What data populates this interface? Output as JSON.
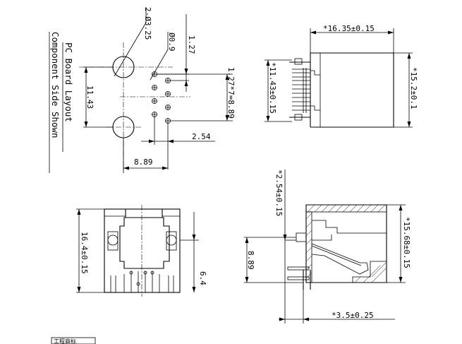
{
  "layout_view": {
    "title_line1": "PC Board Layout",
    "title_line2": "Component Side Shown",
    "dim_mount_holes": "2-Ø3.25",
    "dim_pin_hole": "Ø0.9",
    "dim_pin_pitch_v": "1.27",
    "dim_pin_span": "1.27*7=8.89",
    "dim_hole_spacing": "11.43",
    "dim_row_offset": "2.54",
    "dim_horiz": "8.89"
  },
  "top_view": {
    "dim_length": "*16.35±0.15",
    "dim_height": "*15.2±0.1",
    "dim_inner": "*11.43±0.15"
  },
  "front_view": {
    "dim_height": "16.4±0.15",
    "dim_offset": "6.4"
  },
  "side_view": {
    "dim_top": "*2.54±0.15",
    "dim_height": "*15.68±0.15",
    "dim_pin": "8.89",
    "dim_bottom": "*3.5±0.25"
  },
  "stamp": {
    "text": "工程商标"
  }
}
